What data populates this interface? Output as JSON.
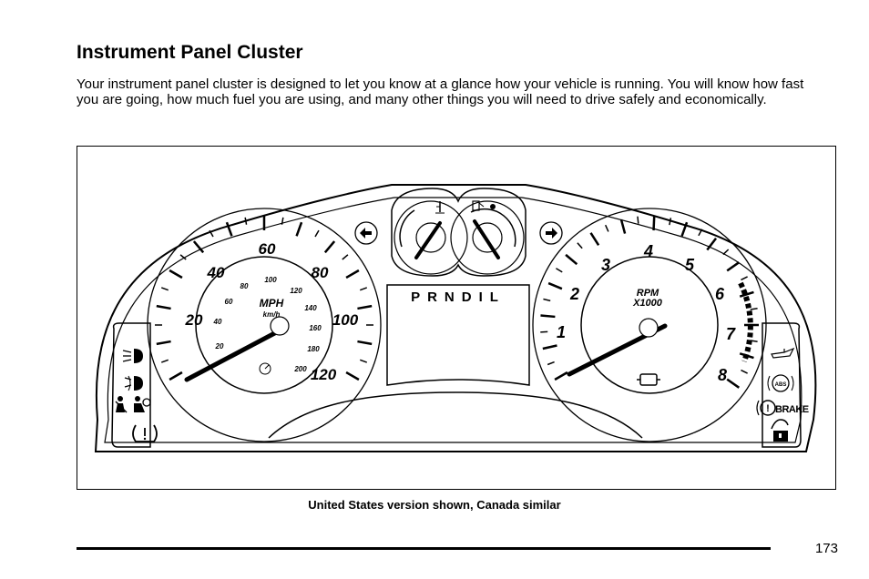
{
  "heading": "Instrument Panel Cluster",
  "intro_text": "Your instrument panel cluster is designed to let you know at a glance how your vehicle is running. You will know how fast you are going, how much fuel you are using, and many other things you will need to drive safely and economically.",
  "figure": {
    "speedometer": {
      "unit_primary": "MPH",
      "unit_secondary": "km/h",
      "mph_labels": [
        "20",
        "40",
        "60",
        "80",
        "100",
        "120"
      ],
      "kmh_labels": [
        "20",
        "40",
        "60",
        "80",
        "100",
        "120",
        "140",
        "160",
        "180",
        "200"
      ]
    },
    "tachometer": {
      "unit_line1": "RPM",
      "unit_line2": "X1000",
      "labels": [
        "1",
        "2",
        "3",
        "4",
        "5",
        "6",
        "7",
        "8"
      ]
    },
    "gear_indicator": "PRNDIL",
    "brake_label": "BRAKE",
    "abs_label": "ABS"
  },
  "caption": "United States version shown, Canada similar",
  "page_number": "173"
}
